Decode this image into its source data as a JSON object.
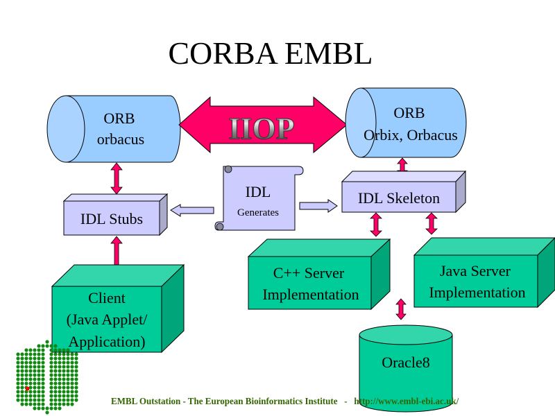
{
  "title": "CORBA EMBL",
  "iiop_label": "IIOP",
  "nodes": {
    "orb_left": {
      "line1": "ORB",
      "line2": "orbacus"
    },
    "orb_right": {
      "line1": "ORB",
      "line2": "Orbix, Orbacus"
    },
    "idl_scroll": {
      "line1": "IDL",
      "line2": "Generates"
    },
    "idl_stubs": {
      "label": "IDL Stubs"
    },
    "idl_skeleton": {
      "label": "IDL Skeleton"
    },
    "client": {
      "line1": "Client",
      "line2": "(Java Applet/",
      "line3": "Application)"
    },
    "cpp_server": {
      "line1": "C++ Server",
      "line2": "Implementation"
    },
    "java_server": {
      "line1": "Java Server",
      "line2": "Implementation"
    },
    "oracle": {
      "label": "Oracle8"
    }
  },
  "colors": {
    "cylinder_blue": "#99ccff",
    "idl_lavender": "#ccccff",
    "box_green": "#00cc99",
    "arrow_pink": "#ff0066",
    "footer_green": "#336600"
  },
  "footer": {
    "text": "EMBL Outstation - The European Bioinformatics Institute   -   http://www.embl-ebi.ac.uk/"
  }
}
